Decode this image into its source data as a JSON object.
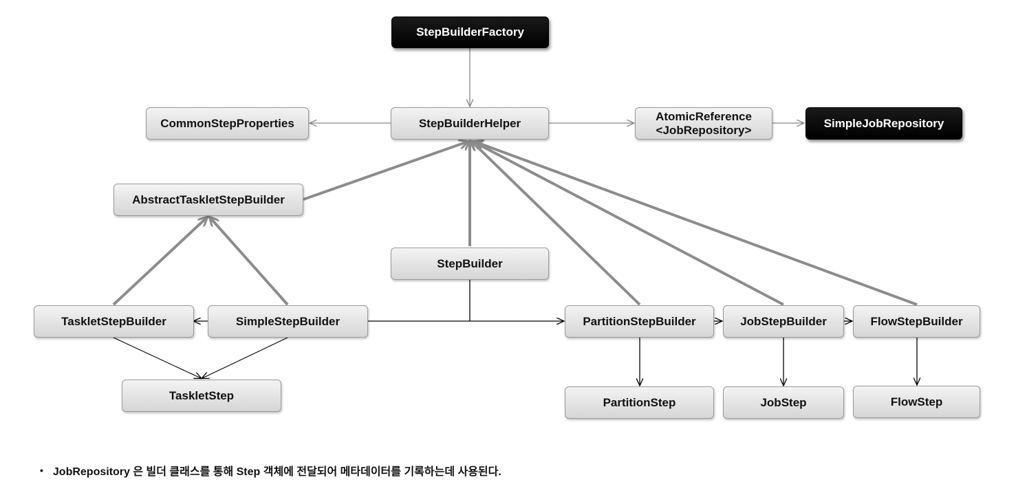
{
  "nodes": {
    "step_builder_factory": "StepBuilderFactory",
    "step_builder_helper": "StepBuilderHelper",
    "common_step_properties": "CommonStepProperties",
    "atomic_reference": "AtomicReference\n<JobRepository>",
    "simple_job_repository": "SimpleJobRepository",
    "abstract_tasklet_step_builder": "AbstractTaskletStepBuilder",
    "step_builder": "StepBuilder",
    "tasklet_step_builder": "TaskletStepBuilder",
    "simple_step_builder": "SimpleStepBuilder",
    "partition_step_builder": "PartitionStepBuilder",
    "job_step_builder": "JobStepBuilder",
    "flow_step_builder": "FlowStepBuilder",
    "tasklet_step": "TaskletStep",
    "partition_step": "PartitionStep",
    "job_step": "JobStep",
    "flow_step": "FlowStep"
  },
  "note": {
    "bullet": "•",
    "text": "JobRepository 은 빌더 클래스를 통해 Step 객체에 전달되어 메타데이터를 기록하는데 사용된다."
  },
  "colors": {
    "node_fill": "#e4e4e4",
    "node_dark_fill": "#000000",
    "thin_arrow": "#888888",
    "thick_arrow": "#8c8c8c",
    "black_arrow": "#000000"
  }
}
